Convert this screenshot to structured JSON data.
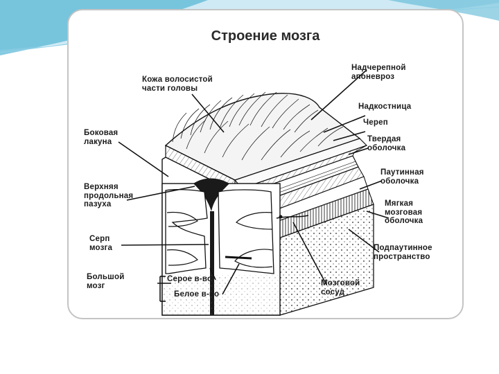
{
  "title": "Строение мозга",
  "labels": {
    "scalp": "Кожа волосистой\nчасти головы",
    "galea": "Надчерепной\nапоневроз",
    "periosteum": "Надкостница",
    "skull": "Череп",
    "dura": "Твердая\nоболочка",
    "lateral_lacuna": "Боковая\nлакуна",
    "arachnoid": "Паутинная\nоболочка",
    "sagittal_sinus": "Верхняя\nпродольная\nпазуха",
    "pia": "Мягкая\nмозговая\nоболочка",
    "falx": "Серп\nмозга",
    "subarachnoid": "Подпаутинное\nпространство",
    "cerebrum": "Большой\nмозг",
    "gray_matter": "Серое в-во",
    "white_matter": "Белое в-во",
    "vessel": "Мозговой\nсосуд"
  },
  "colors": {
    "slide_accent": "#5ab7d6",
    "slide_accent_light": "#cfeaf4",
    "card_border": "#c4c4c4",
    "ink": "#1a1a1a"
  }
}
